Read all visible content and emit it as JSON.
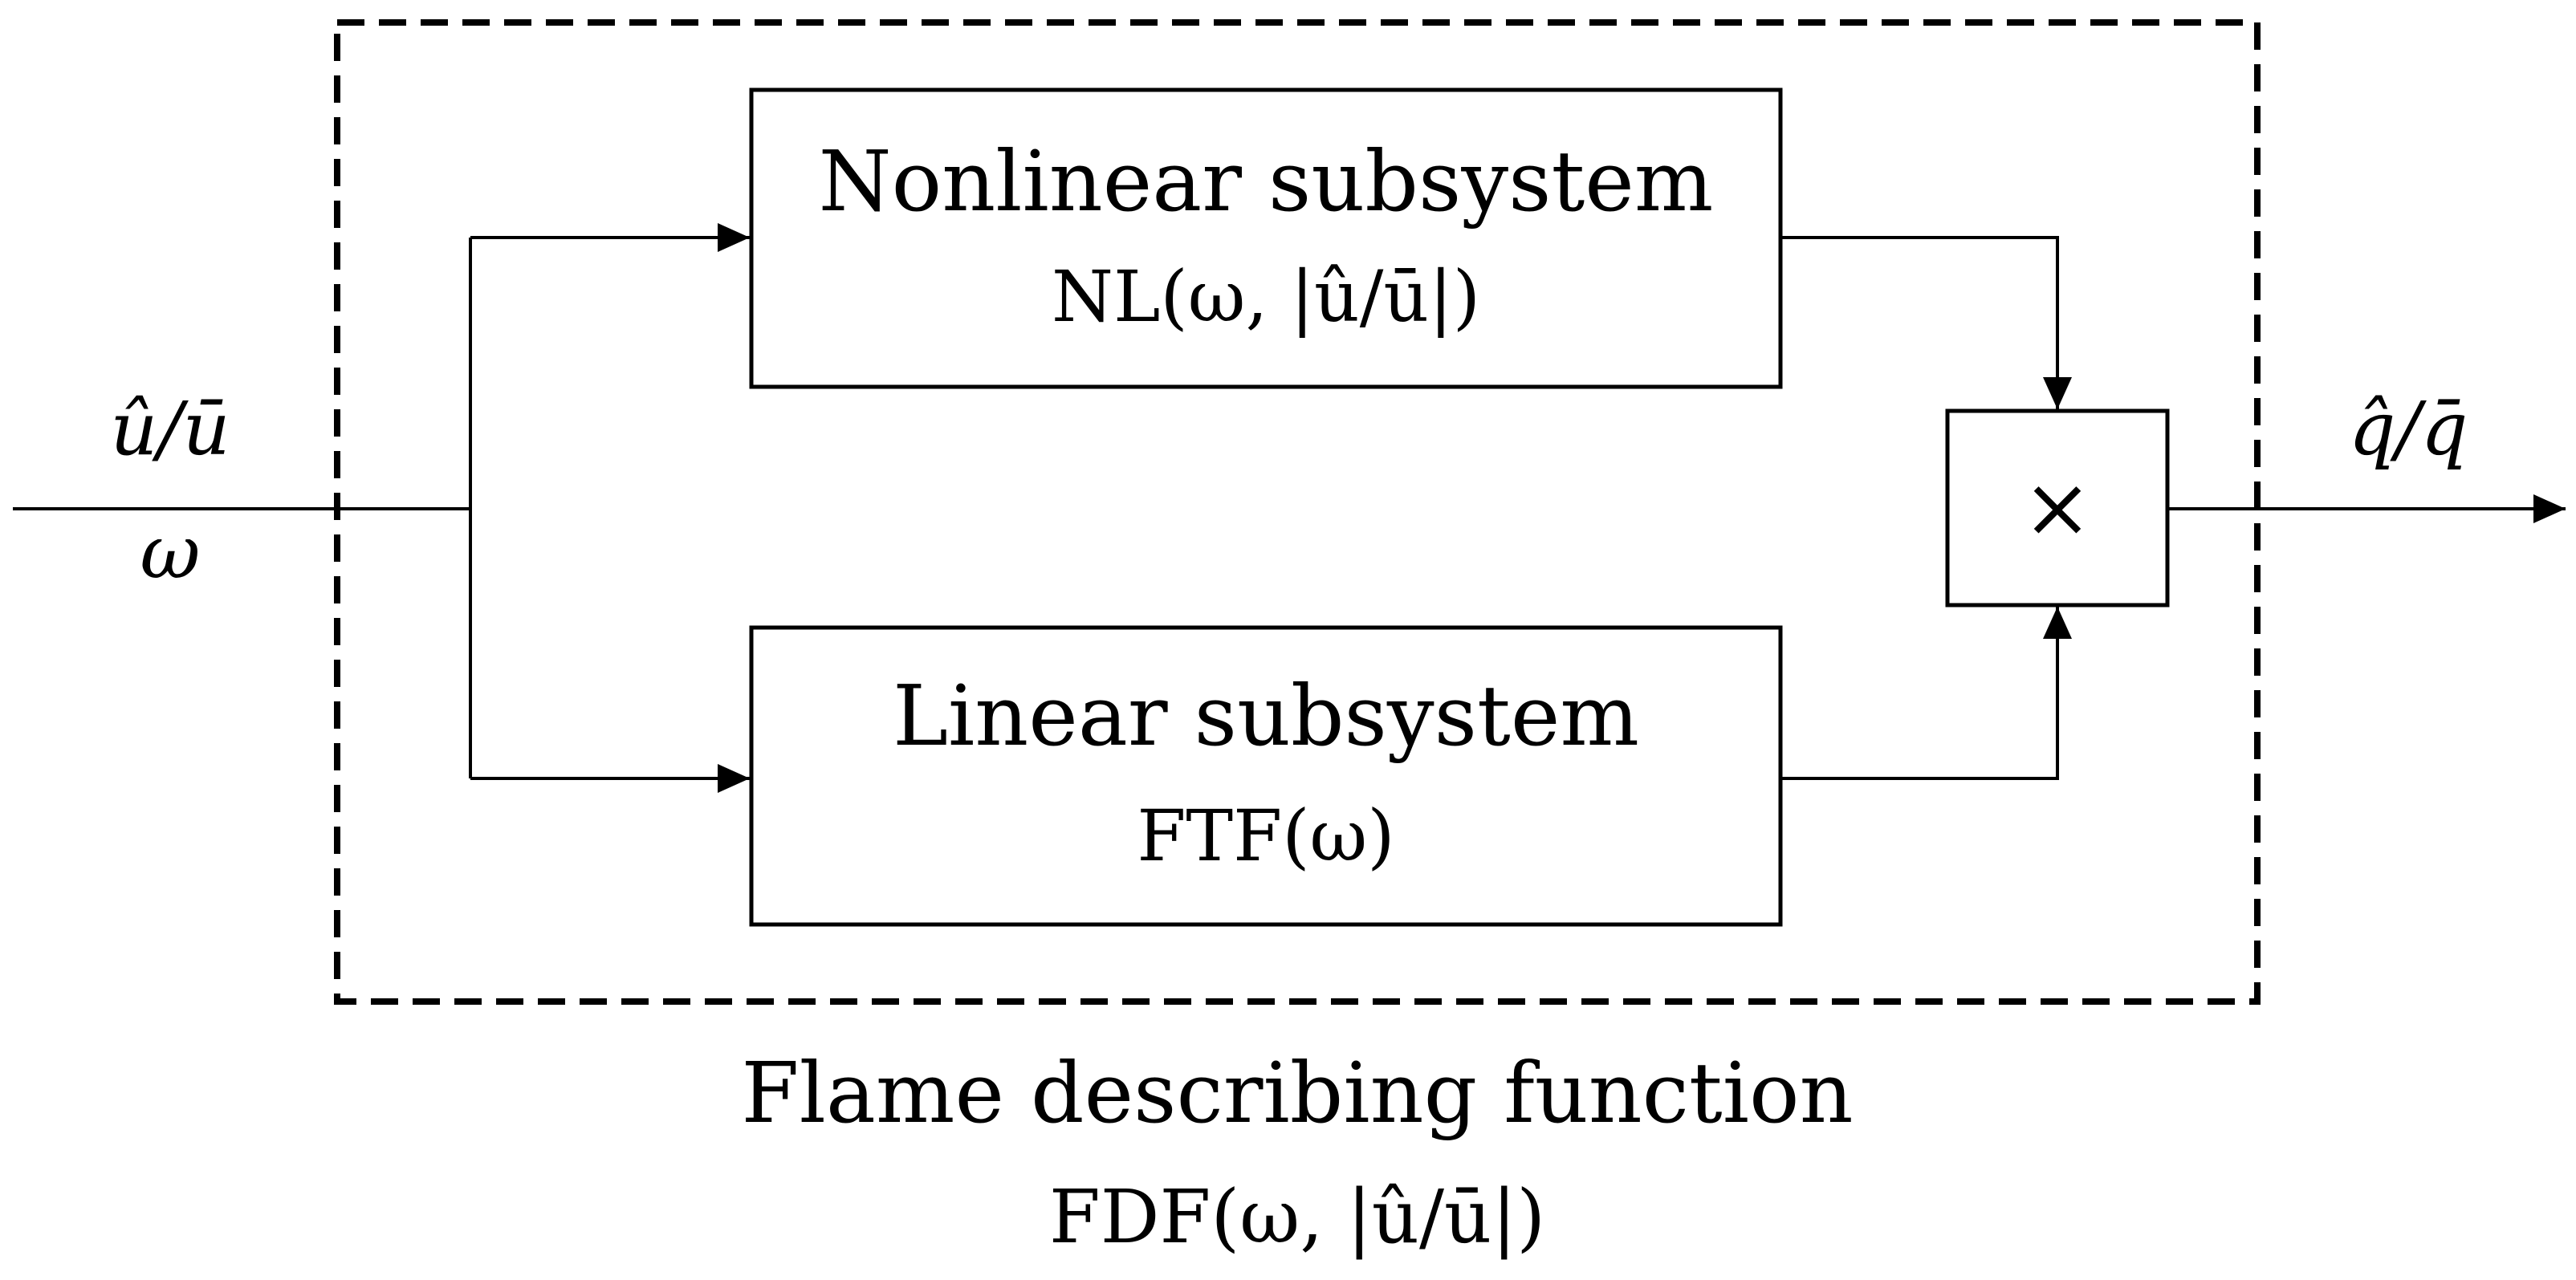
{
  "diagram": {
    "container": {
      "caption_title": "Flame describing function",
      "caption_formula": "FDF(ω, |û/ū|)"
    },
    "blocks": {
      "nonlinear": {
        "title": "Nonlinear subsystem",
        "formula": "NL(ω, |û/ū|)"
      },
      "linear": {
        "title": "Linear subsystem",
        "formula": "FTF(ω)"
      },
      "multiplier": {
        "symbol": "×"
      }
    },
    "signals": {
      "input_top": "û/ū",
      "input_bottom": "ω",
      "output": "q̂/q̄"
    }
  }
}
